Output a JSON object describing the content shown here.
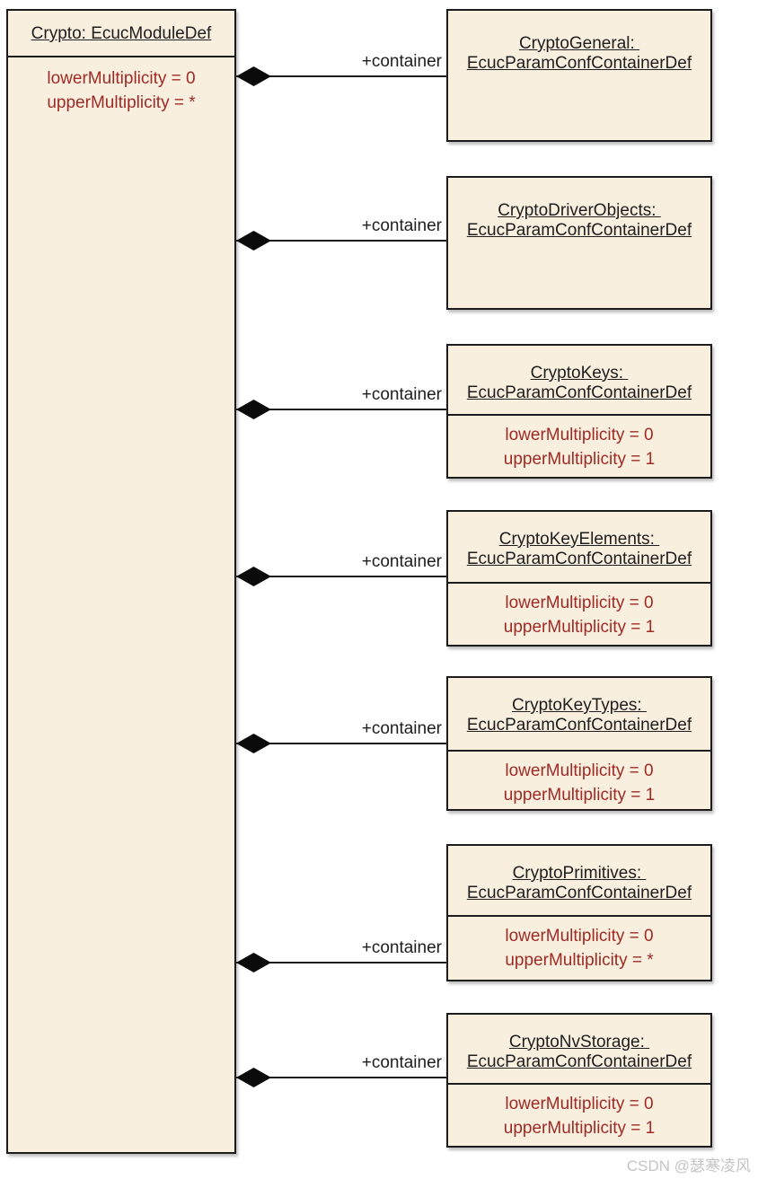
{
  "module": {
    "title": "Crypto: EcucModuleDef",
    "attributes": [
      "lowerMultiplicity = 0",
      "upperMultiplicity = *"
    ]
  },
  "connector_label": "+container",
  "containers": [
    {
      "name": "CryptoGeneral: ",
      "type": "EcucParamConfContainerDef",
      "attributes": []
    },
    {
      "name": "CryptoDriverObjects: ",
      "type": "EcucParamConfContainerDef",
      "attributes": []
    },
    {
      "name": "CryptoKeys: ",
      "type": "EcucParamConfContainerDef",
      "attributes": [
        "lowerMultiplicity = 0",
        "upperMultiplicity = 1"
      ]
    },
    {
      "name": "CryptoKeyElements: ",
      "type": "EcucParamConfContainerDef",
      "attributes": [
        "lowerMultiplicity = 0",
        "upperMultiplicity = 1"
      ]
    },
    {
      "name": "CryptoKeyTypes: ",
      "type": "EcucParamConfContainerDef",
      "attributes": [
        "lowerMultiplicity = 0",
        "upperMultiplicity = 1"
      ]
    },
    {
      "name": "CryptoPrimitives: ",
      "type": "EcucParamConfContainerDef",
      "attributes": [
        "lowerMultiplicity = 0",
        "upperMultiplicity = *"
      ]
    },
    {
      "name": "CryptoNvStorage: ",
      "type": "EcucParamConfContainerDef",
      "attributes": [
        "lowerMultiplicity = 0",
        "upperMultiplicity = 1"
      ]
    }
  ],
  "watermark": "CSDN @瑟寒凌风",
  "colors": {
    "box_fill": "#f8efdf",
    "box_border": "#1c1c1c",
    "title_text": "#1e1e1e",
    "attribute_text": "#9e2a25",
    "watermark_text": "#c4c4c4"
  }
}
